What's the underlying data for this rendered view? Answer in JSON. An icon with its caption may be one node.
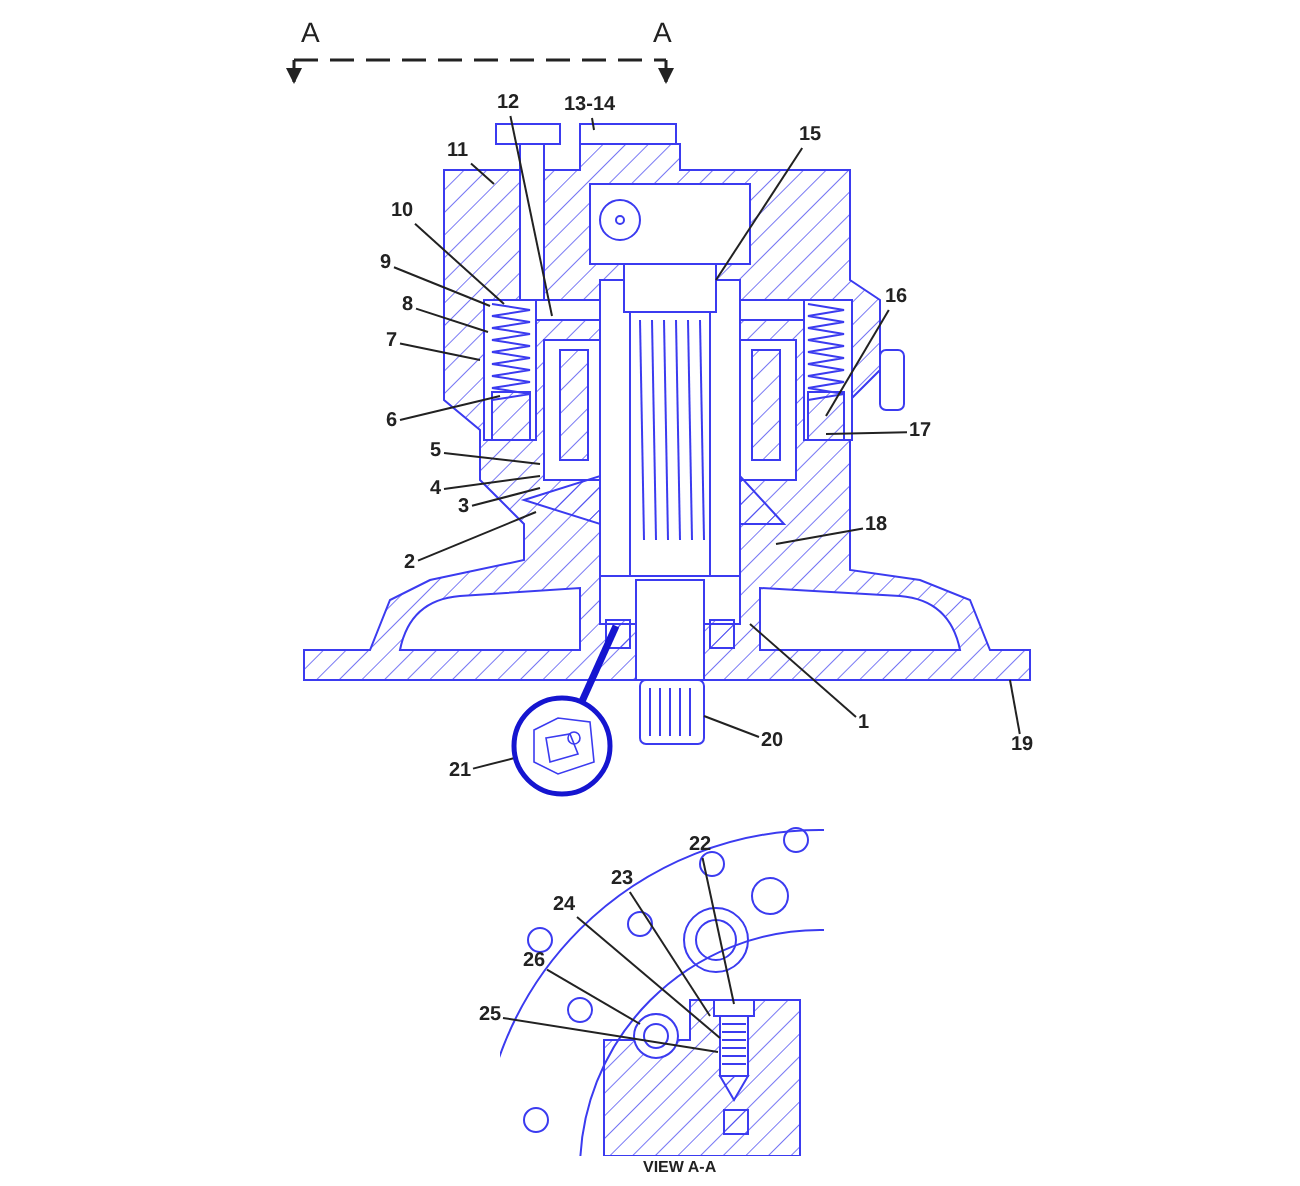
{
  "diagram": {
    "caption": "VIEW A-A",
    "nodes": [
      {
        "text": [
          "1"
        ]
      },
      {
        "text": [
          "2"
        ]
      },
      {
        "text": [
          "3"
        ]
      },
      {
        "text": [
          "4"
        ]
      },
      {
        "text": [
          "5"
        ]
      },
      {
        "text": [
          "6"
        ]
      },
      {
        "text": [
          "7"
        ]
      },
      {
        "text": [
          "8"
        ]
      },
      {
        "text": [
          "9"
        ]
      },
      {
        "text": [
          "10"
        ]
      },
      {
        "text": [
          "11"
        ]
      },
      {
        "text": [
          "12"
        ]
      },
      {
        "text": [
          "13-14"
        ]
      },
      {
        "text": [
          "15"
        ]
      },
      {
        "text": [
          "16"
        ]
      },
      {
        "text": [
          "17"
        ]
      },
      {
        "text": [
          "18"
        ]
      },
      {
        "text": [
          "19"
        ]
      },
      {
        "text": [
          "20"
        ]
      },
      {
        "text": [
          "21"
        ]
      },
      {
        "text": [],
        "shape": "circle"
      },
      {
        "text": [
          "22"
        ]
      },
      {
        "text": [
          "23"
        ]
      },
      {
        "text": [
          "24"
        ]
      },
      {
        "text": [
          "25"
        ]
      },
      {
        "text": [
          "26"
        ]
      }
    ],
    "edges": [
      {
        "from": 0,
        "to": null,
        "arrow": "none"
      },
      {
        "from": 1,
        "to": null,
        "arrow": "none"
      },
      {
        "from": 2,
        "to": null,
        "arrow": "none"
      },
      {
        "from": 3,
        "to": null,
        "arrow": "none"
      },
      {
        "from": 4,
        "to": null,
        "arrow": "none"
      },
      {
        "from": 5,
        "to": null,
        "arrow": "none"
      },
      {
        "from": 6,
        "to": null,
        "arrow": "none"
      },
      {
        "from": 7,
        "to": null,
        "arrow": "none"
      },
      {
        "from": 8,
        "to": null,
        "arrow": "none"
      },
      {
        "from": 9,
        "to": null,
        "arrow": "none"
      },
      {
        "from": 10,
        "to": null,
        "arrow": "none"
      },
      {
        "from": 11,
        "to": null,
        "arrow": "none"
      },
      {
        "from": 12,
        "to": null,
        "arrow": "none"
      },
      {
        "from": 13,
        "to": null,
        "arrow": "none"
      },
      {
        "from": 14,
        "to": null,
        "arrow": "none"
      },
      {
        "from": 15,
        "to": null,
        "arrow": "none"
      },
      {
        "from": 16,
        "to": null,
        "arrow": "none"
      },
      {
        "from": 17,
        "to": null,
        "arrow": "none"
      },
      {
        "from": 18,
        "to": null,
        "arrow": "none"
      },
      {
        "from": 19,
        "to": 20,
        "arrow": "none"
      },
      {
        "from": 20,
        "to": null,
        "arrow": "none",
        "style": "thick",
        "color": "#1515d0"
      },
      {
        "from": 21,
        "to": null,
        "arrow": "none"
      },
      {
        "from": 22,
        "to": null,
        "arrow": "none"
      },
      {
        "from": 23,
        "to": null,
        "arrow": "none"
      },
      {
        "from": 24,
        "to": null,
        "arrow": "none"
      },
      {
        "from": 25,
        "to": null,
        "arrow": "none"
      }
    ],
    "labels": [
      "A",
      "A"
    ]
  }
}
